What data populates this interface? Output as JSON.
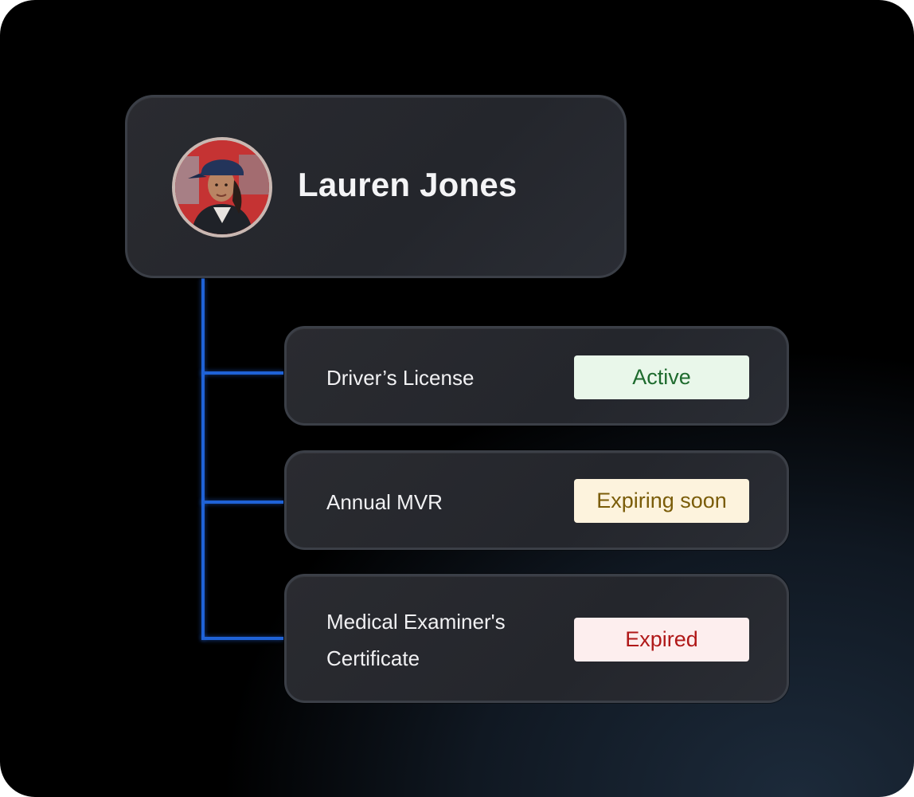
{
  "profile": {
    "name": "Lauren Jones",
    "avatar_icon": "person-avatar-photo"
  },
  "documents": [
    {
      "label": "Driver’s License",
      "status": "Active",
      "status_color": "#1e6b2e",
      "status_bg": "#e9f7ea"
    },
    {
      "label": "Annual MVR",
      "status": "Expiring soon",
      "status_color": "#7a5c08",
      "status_bg": "#fdf3dd"
    },
    {
      "label_line1": "Medical Examiner's",
      "label_line2": "Certificate",
      "status": "Expired",
      "status_color": "#b01818",
      "status_bg": "#fdeeee"
    }
  ],
  "colors": {
    "connector": "#1f62d6",
    "card_border": "#3b3f47",
    "text": "#f1f1f3"
  }
}
